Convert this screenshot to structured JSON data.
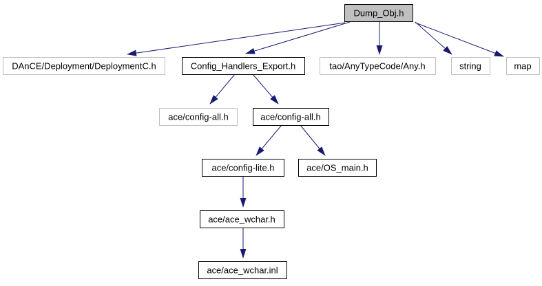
{
  "diagram": {
    "type": "include-dependency-graph",
    "title_node": "Dump_Obj.h",
    "colors": {
      "background": "#ffffff",
      "edge": "#191970",
      "root_fill": "#c0c0c0",
      "node_fill": "#ffffff",
      "linked_border": "#000000",
      "unlinked_border": "#c0c0c0",
      "text": "#000000"
    },
    "nodes": [
      {
        "id": "dump_obj",
        "label": "Dump_Obj.h",
        "style": "root"
      },
      {
        "id": "deploymentc",
        "label": "DAnCE/Deployment/DeploymentC.h",
        "style": "plain"
      },
      {
        "id": "config_handlers",
        "label": "Config_Handlers_Export.h",
        "style": "linked"
      },
      {
        "id": "tao_any",
        "label": "tao/AnyTypeCode/Any.h",
        "style": "plain"
      },
      {
        "id": "string",
        "label": "string",
        "style": "plain"
      },
      {
        "id": "map",
        "label": "map",
        "style": "plain"
      },
      {
        "id": "config_all_plain",
        "label": "ace/config-all.h",
        "style": "plain"
      },
      {
        "id": "config_all",
        "label": "ace/config-all.h",
        "style": "linked"
      },
      {
        "id": "config_lite",
        "label": "ace/config-lite.h",
        "style": "linked"
      },
      {
        "id": "os_main",
        "label": "ace/OS_main.h",
        "style": "linked"
      },
      {
        "id": "ace_wchar_h",
        "label": "ace/ace_wchar.h",
        "style": "linked"
      },
      {
        "id": "ace_wchar_inl",
        "label": "ace/ace_wchar.inl",
        "style": "linked"
      }
    ],
    "edges": [
      {
        "from": "dump_obj",
        "to": "deploymentc"
      },
      {
        "from": "dump_obj",
        "to": "config_handlers"
      },
      {
        "from": "dump_obj",
        "to": "tao_any"
      },
      {
        "from": "dump_obj",
        "to": "string"
      },
      {
        "from": "dump_obj",
        "to": "map"
      },
      {
        "from": "config_handlers",
        "to": "config_all_plain"
      },
      {
        "from": "config_handlers",
        "to": "config_all"
      },
      {
        "from": "config_all",
        "to": "config_lite"
      },
      {
        "from": "config_all",
        "to": "os_main"
      },
      {
        "from": "config_lite",
        "to": "ace_wchar_h"
      },
      {
        "from": "ace_wchar_h",
        "to": "ace_wchar_inl"
      }
    ]
  }
}
